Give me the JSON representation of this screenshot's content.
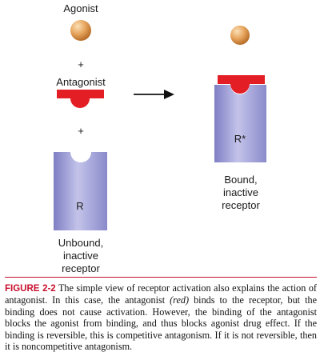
{
  "left": {
    "agonist_label": "Agonist",
    "plus_1": "+",
    "antagonist_label": "Antagonist",
    "plus_2": "+",
    "receptor_letter": "R",
    "state_line1": "Unbound,",
    "state_line2": "inactive",
    "state_line3": "receptor"
  },
  "right": {
    "receptor_letter": "R*",
    "state_line1": "Bound,",
    "state_line2": "inactive",
    "state_line3": "receptor"
  },
  "caption": {
    "figure_label": "FIGURE 2-2",
    "text_1": " The simple view of receptor activation also explains the action of antagonist. In this case, the antagonist ",
    "red_word": "(red)",
    "text_2": " binds to the receptor, but the binding does not cause activation. However, the binding of the antagonist blocks the agonist from binding, and thus blocks agonist drug effect. If the binding is reversible, this is competitive antagonism. If it is not reversible, then it is noncompetitive antagonism."
  },
  "colors": {
    "agonist": "#e6a45c",
    "antagonist": "#e31e24",
    "receptor": "#9f9fd6",
    "caption_accent": "#c8102e"
  }
}
